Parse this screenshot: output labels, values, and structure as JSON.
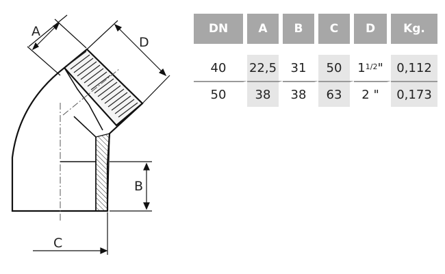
{
  "diagram": {
    "labels": {
      "a": "A",
      "b": "B",
      "c": "C",
      "d": "D"
    }
  },
  "table": {
    "headers": [
      "DN",
      "A",
      "B",
      "C",
      "D",
      "Kg."
    ],
    "rows": [
      {
        "dn": "40",
        "a": "22,5",
        "b": "31",
        "c": "50",
        "d_whole": "1",
        "d_fraction": "1/2",
        "d_unit": "\"",
        "kg": "0,112"
      },
      {
        "dn": "50",
        "a": "38",
        "b": "38",
        "c": "63",
        "d_whole": "2",
        "d_fraction": "",
        "d_unit": "\"",
        "kg": "0,173"
      }
    ]
  },
  "colors": {
    "header_bg": "#a7a7a7",
    "header_text": "#ffffff",
    "cell_shade": "#e6e6e6",
    "line": "#111111"
  }
}
